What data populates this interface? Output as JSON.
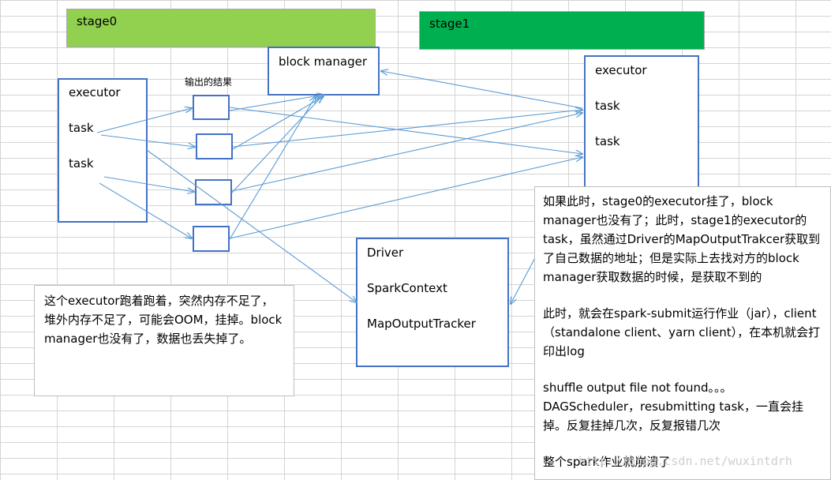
{
  "stage0": "stage0",
  "stage1": "stage1",
  "output_label": "输出的结果",
  "executor_left": {
    "title": "executor",
    "task1": "task",
    "task2": "task"
  },
  "block_manager": "block manager",
  "executor_right": {
    "title": "executor",
    "task1": "task",
    "task2": "task"
  },
  "driver": {
    "line1": "Driver",
    "line2": "SparkContext",
    "line3": "MapOutputTracker"
  },
  "note_left": "这个executor跑着跑着，突然内存不足了，堆外内存不足了，可能会OOM，挂掉。block manager也没有了，数据也丢失掉了。",
  "note_right": {
    "p1": "如果此时，stage0的executor挂了，block manager也没有了；此时，stage1的executor的task，虽然通过Driver的MapOutputTrakcer获取到了自己数据的地址；但是实际上去找对方的block manager获取数据的时候，是获取不到的",
    "p2": "此时，就会在spark-submit运行作业（jar），client（standalone client、yarn client），在本机就会打印出log",
    "p3": "shuffle output file not found。。。DAGScheduler，resubmitting task，一直会挂掉。反复挂掉几次，反复报错几次",
    "p4": "整个spark作业就崩溃了"
  },
  "watermark": "http://blog.csdn.net/wuxintdrh",
  "colors": {
    "stage0": "#92d050",
    "stage1": "#00b050",
    "border": "#4472c4",
    "arrow": "#5b9bd5"
  }
}
